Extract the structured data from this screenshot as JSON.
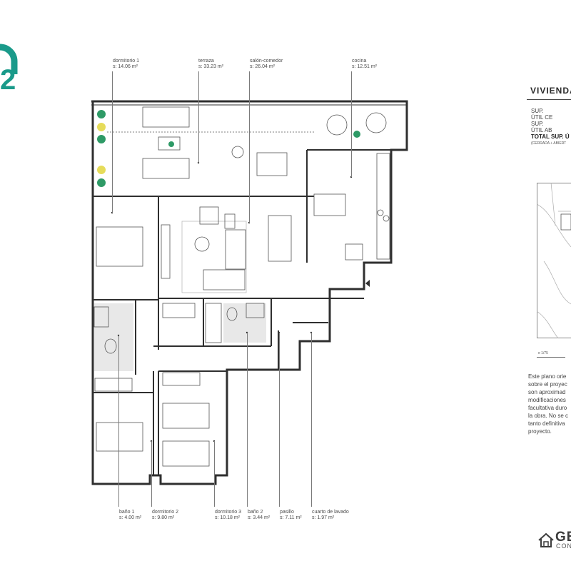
{
  "logo_number": "2",
  "rooms_top": [
    {
      "name": "dormitorio 1",
      "area": "s: 14.06 m²"
    },
    {
      "name": "terraza",
      "area": "s: 33.23 m²"
    },
    {
      "name": "salón-comedor",
      "area": "s: 26.04 m²"
    },
    {
      "name": "cocina",
      "area": "s: 12.51 m²"
    }
  ],
  "rooms_bottom": [
    {
      "name": "baño 1",
      "area": "s: 4.00 m²"
    },
    {
      "name": "dormitorio 2",
      "area": "s: 9.80 m²"
    },
    {
      "name": "dormitorio 3",
      "area": "s: 10.18 m²"
    },
    {
      "name": "baño 2",
      "area": "s: 3.44 m²"
    },
    {
      "name": "pasillo",
      "area": "s: 7.11 m²"
    },
    {
      "name": "cuarto de lavado",
      "area": "s: 1.97 m²"
    }
  ],
  "panel": {
    "title": "VIVIENDA",
    "rows": [
      {
        "sup": "SUP.",
        "label": "ÚTIL CE"
      },
      {
        "sup": "SUP.",
        "label": "ÚTIL AB"
      }
    ],
    "total": "TOTAL SUP. Ú",
    "total_sub": "(CERRADA + ABIERT",
    "scale": "e 1/75",
    "note_lines": [
      "Este plano orie",
      "sobre el proyec",
      "son aproximad",
      "modificaciones",
      "facultativa duro",
      "la obra. No se c",
      "tanto definitiva",
      "proyecto."
    ],
    "brand": "GE",
    "brand_sub": "CON"
  },
  "colors": {
    "logo_teal": "#1a9a8a",
    "logo_lime": "#c9e04a",
    "wall": "#2f2f2f",
    "plant": "#2e9a66",
    "plant_yellow": "#e6dc5a"
  }
}
